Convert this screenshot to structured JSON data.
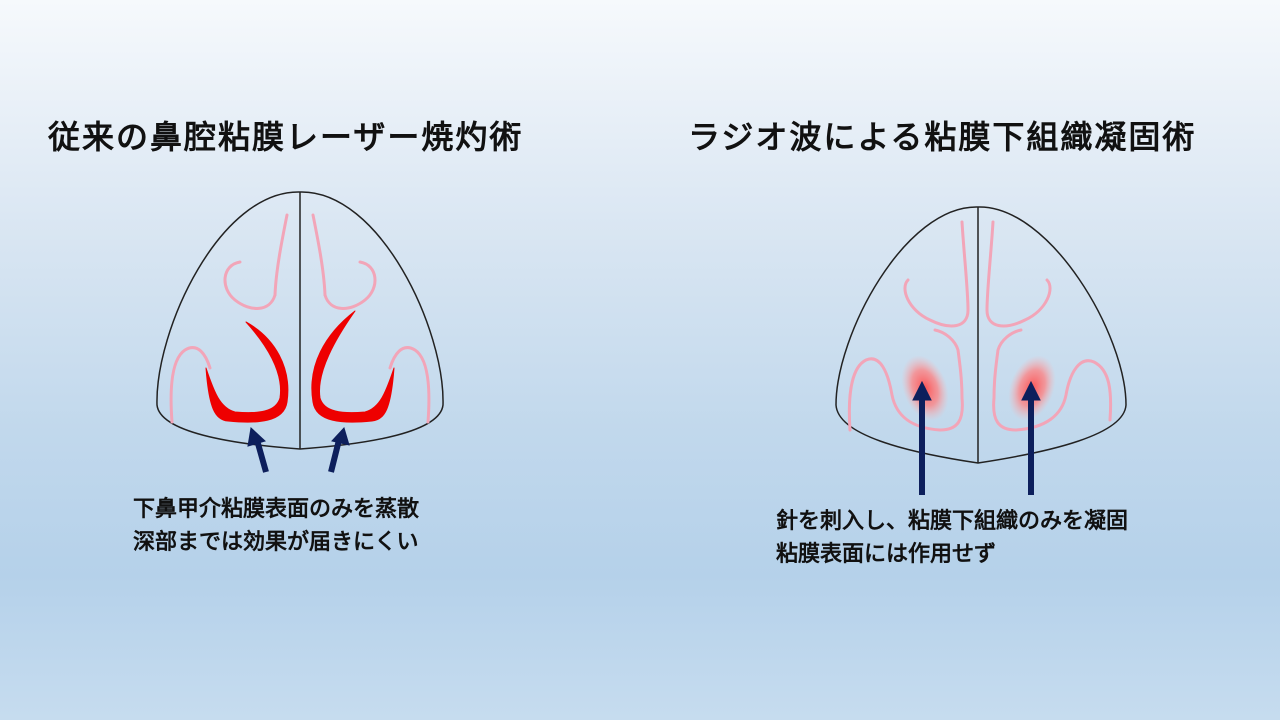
{
  "left": {
    "title": "従来の鼻腔粘膜レーザー焼灼術",
    "caption_line1": "下鼻甲介粘膜表面のみを蒸散",
    "caption_line2": "深部までは効果が届きにくい"
  },
  "right": {
    "title": "ラジオ波による粘膜下組織凝固術",
    "caption_line1": "針を刺入し、粘膜下組織のみを凝固",
    "caption_line2": "粘膜表面には作用せず"
  },
  "colors": {
    "mucosa_outline": "#f2a5b8",
    "burned_surface": "#ee0000",
    "arrow": "#0d1f5c",
    "coagulation": "#ff6b6b"
  }
}
